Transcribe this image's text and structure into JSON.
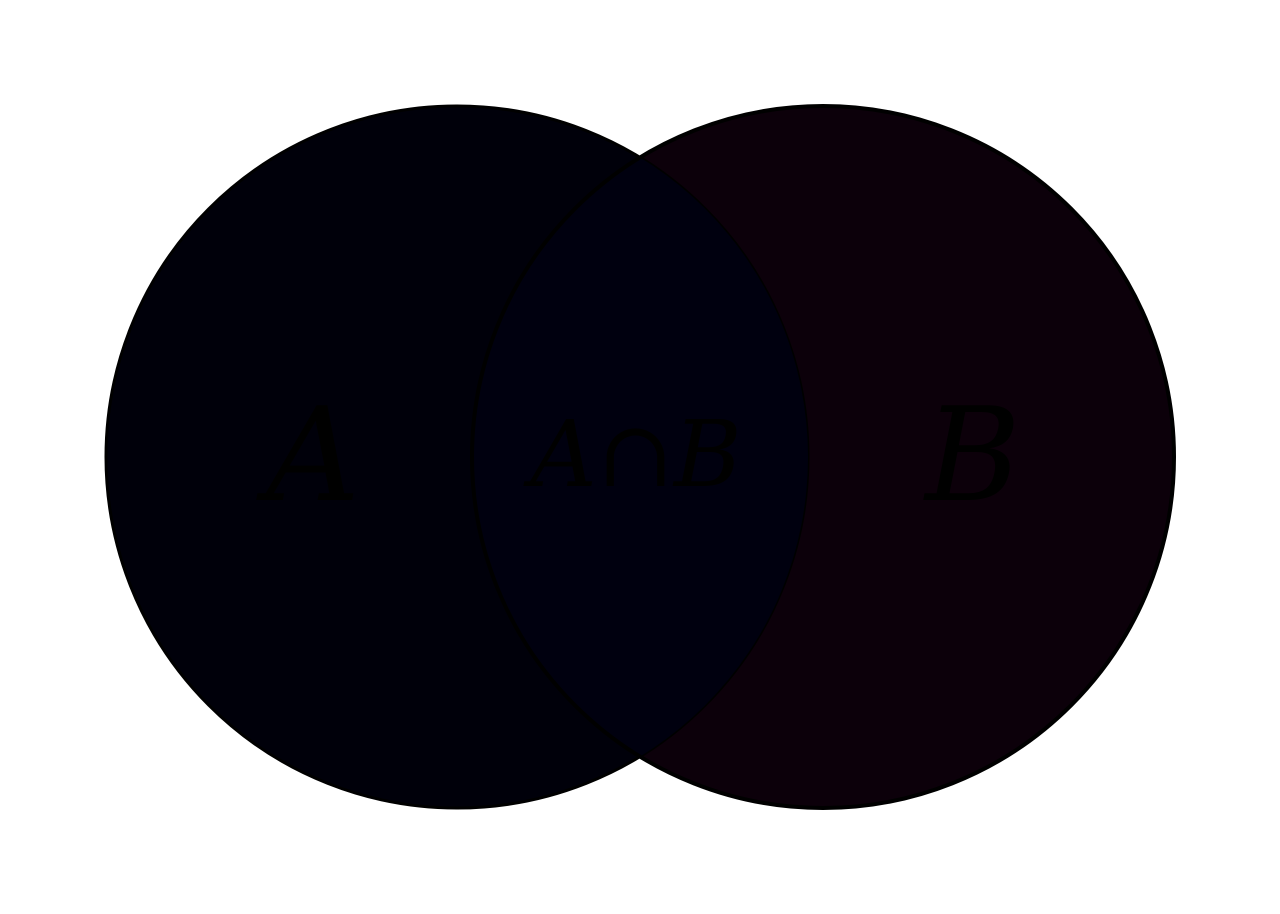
{
  "diagram": {
    "type": "venn",
    "sets": [
      {
        "id": "A",
        "label": "A",
        "fill": "#00000a"
      },
      {
        "id": "B",
        "label": "B",
        "fill": "#0c000a"
      }
    ],
    "intersection": {
      "label": "A∩B",
      "fill": "#00000f"
    },
    "colors": {
      "background": "#ffffff",
      "stroke": "#000000",
      "label": "#000000"
    }
  }
}
